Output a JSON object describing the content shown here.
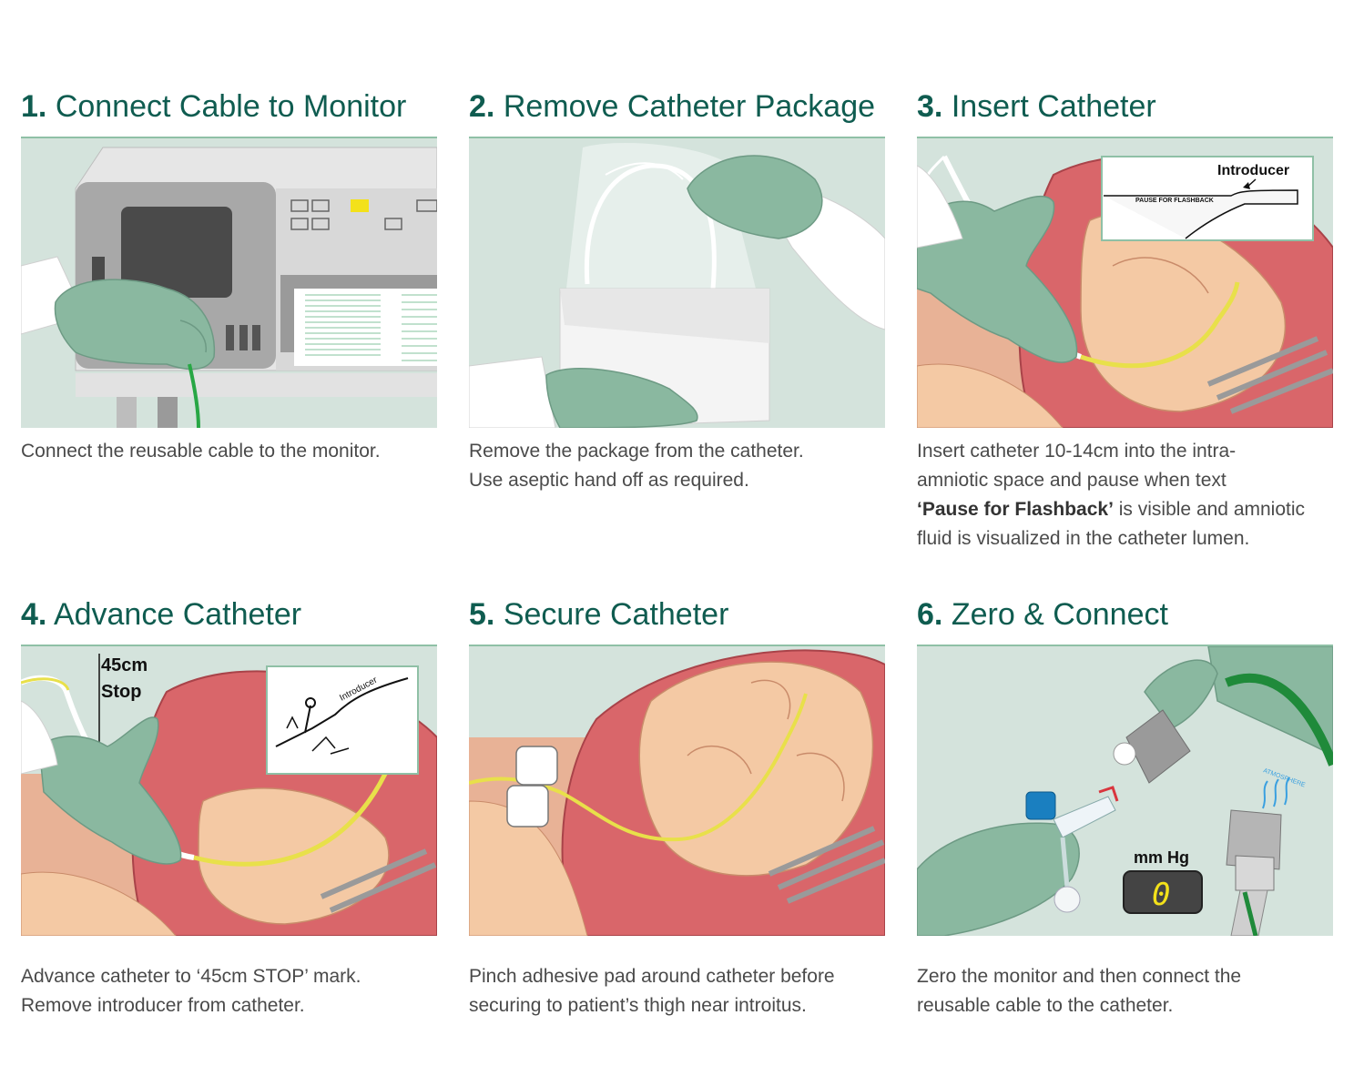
{
  "steps": [
    {
      "number": "1.",
      "title": "Connect Cable to Monitor",
      "caption": "Connect the reusable cable to the monitor."
    },
    {
      "number": "2.",
      "title": "Remove Catheter Package",
      "caption_line1": "Remove the package from the catheter.",
      "caption_line2": "Use aseptic hand off as required."
    },
    {
      "number": "3.",
      "title": "Insert Catheter",
      "caption_line1": "Insert catheter 10-14cm into the intra-",
      "caption_line2": "amniotic space and pause when text",
      "caption_bold": "‘Pause for Flashback’",
      "caption_line3_rest": " is visible and amniotic",
      "caption_line4": "fluid is visualized in the catheter lumen.",
      "callout_label": "Introducer",
      "callout_marking": "PAUSE FOR FLASHBACK"
    },
    {
      "number": "4.",
      "title": "Advance Catheter",
      "caption_line1": "Advance catheter to ‘45cm STOP’ mark.",
      "caption_line2": "Remove introducer from catheter.",
      "mark_line1": "45cm",
      "mark_line2": "Stop",
      "callout_label": "Introducer"
    },
    {
      "number": "5.",
      "title": "Secure Catheter",
      "caption_line1": "Pinch adhesive pad around catheter before",
      "caption_line2": "securing to patient’s thigh near introitus."
    },
    {
      "number": "6.",
      "title": "Zero & Connect",
      "caption_line1": "Zero the monitor and then connect the",
      "caption_line2": "reusable cable to the catheter.",
      "display_unit": "mm Hg",
      "display_value": "0",
      "vent_label": "ATMOSPHERE"
    }
  ],
  "colors": {
    "title_green": "#0f5c50",
    "panel_bg": "#d4e3dc",
    "glove": "#8ab8a0",
    "catheter_yellow": "#e8e04a",
    "tissue_red": "#d9666a",
    "skin": "#f4c9a4",
    "caption_gray": "#4a4a4a"
  }
}
